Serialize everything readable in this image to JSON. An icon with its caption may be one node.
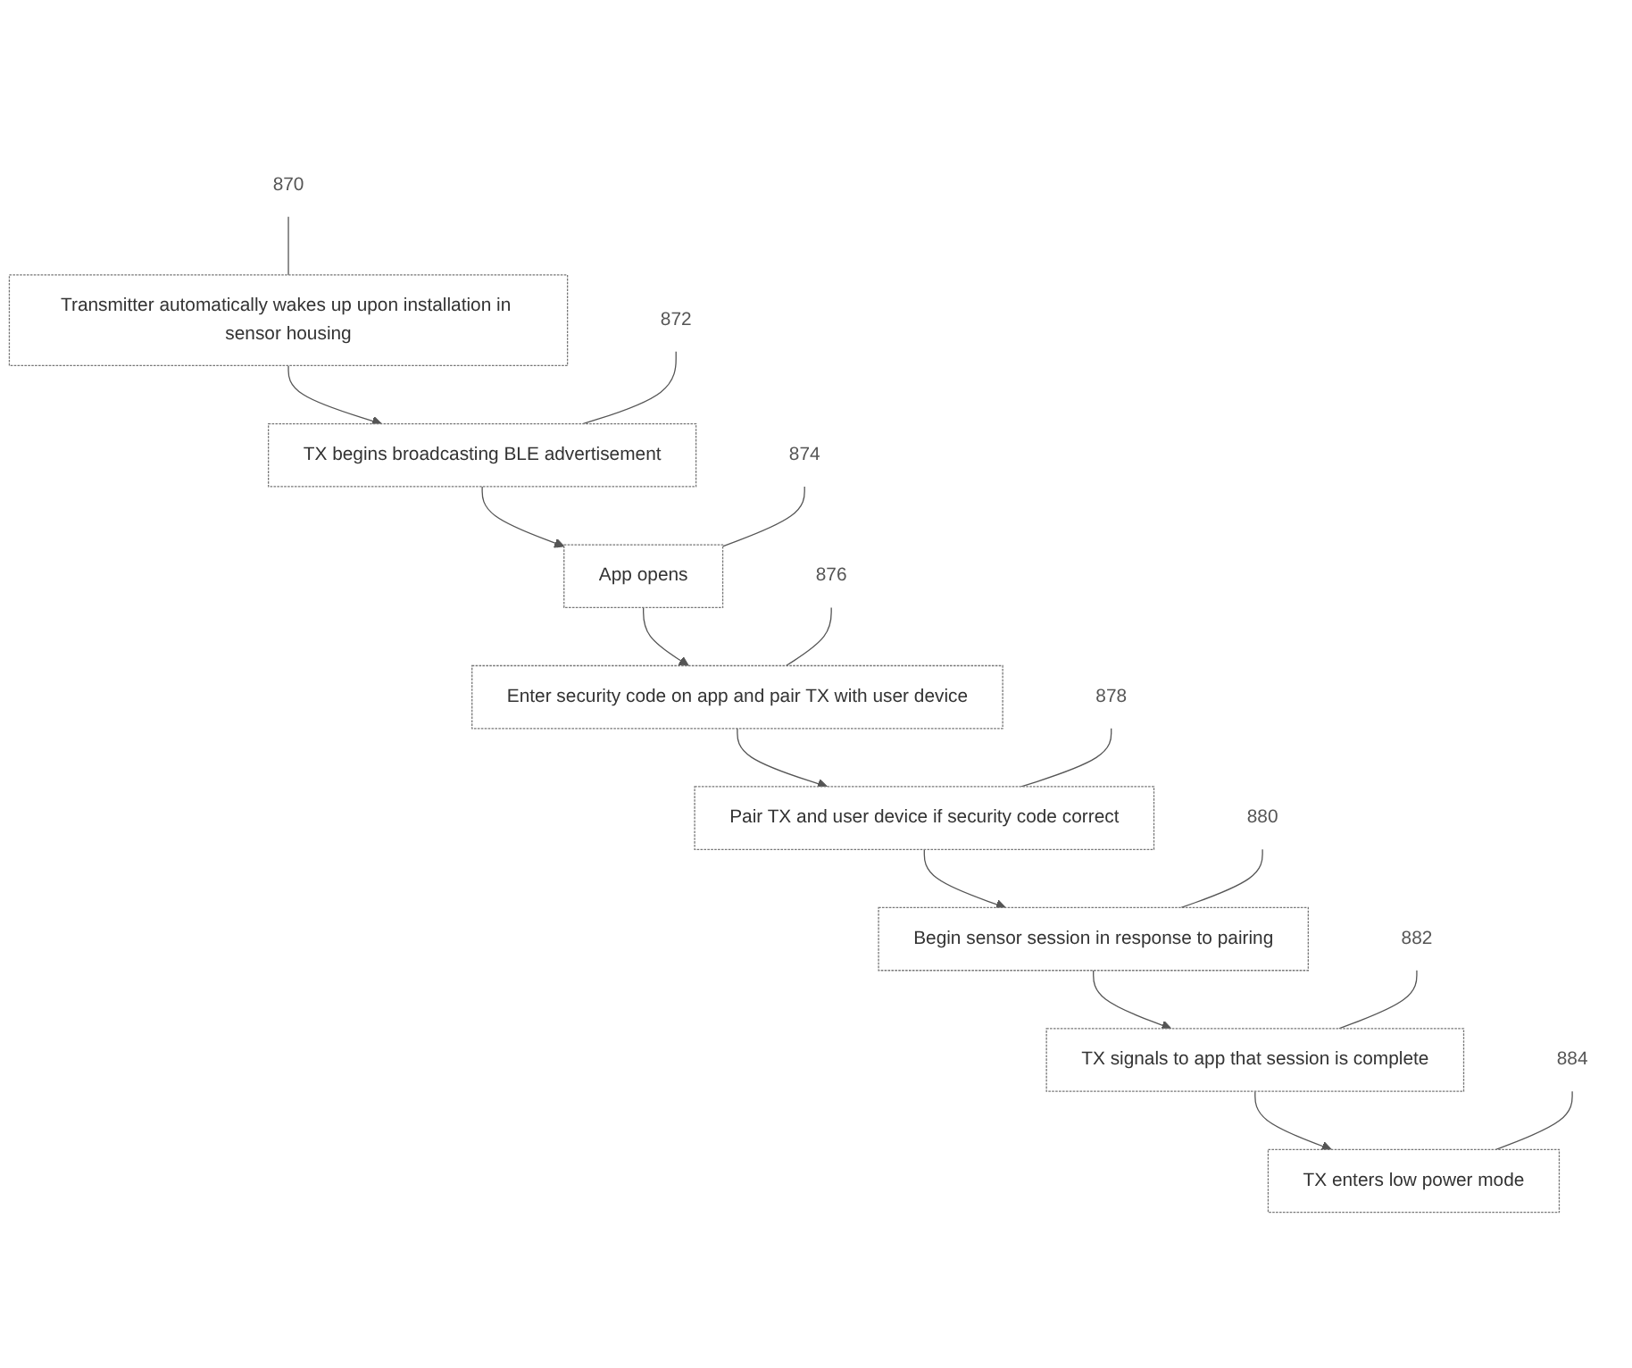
{
  "diagram": {
    "nodes": [
      {
        "text": [
          "870"
        ]
      },
      {
        "text": [
          "Transmitter automatically wakes up upon installation in sensor housing"
        ]
      },
      {
        "text": [
          "872"
        ]
      },
      {
        "text": [
          "TX begins broadcasting BLE advertisement"
        ]
      },
      {
        "text": [
          "874"
        ]
      },
      {
        "text": [
          "App opens"
        ]
      },
      {
        "text": [
          "876"
        ]
      },
      {
        "text": [
          "Enter security code on app and pair TX with user device"
        ]
      },
      {
        "text": [
          "878"
        ]
      },
      {
        "text": [
          "Pair TX and user device if security code correct"
        ]
      },
      {
        "text": [
          "880"
        ]
      },
      {
        "text": [
          "Begin sensor session in response to pairing"
        ]
      },
      {
        "text": [
          "882"
        ]
      },
      {
        "text": [
          "TX signals to app that session is complete"
        ]
      },
      {
        "text": [
          "884"
        ]
      },
      {
        "text": [
          "TX enters low power mode"
        ]
      }
    ],
    "edges": [
      {
        "from": 0,
        "to": 1,
        "arrow": "none"
      },
      {
        "from": 1,
        "to": 3,
        "arrow": "to"
      },
      {
        "from": 2,
        "to": 3,
        "arrow": "none"
      },
      {
        "from": 3,
        "to": 5,
        "arrow": "to"
      },
      {
        "from": 4,
        "to": 5,
        "arrow": "none"
      },
      {
        "from": 5,
        "to": 7,
        "arrow": "to"
      },
      {
        "from": 6,
        "to": 7,
        "arrow": "none"
      },
      {
        "from": 7,
        "to": 9,
        "arrow": "to"
      },
      {
        "from": 8,
        "to": 9,
        "arrow": "none"
      },
      {
        "from": 9,
        "to": 11,
        "arrow": "to"
      },
      {
        "from": 10,
        "to": 11,
        "arrow": "none"
      },
      {
        "from": 11,
        "to": 13,
        "arrow": "to"
      },
      {
        "from": 12,
        "to": 13,
        "arrow": "none"
      },
      {
        "from": 13,
        "to": 15,
        "arrow": "to"
      },
      {
        "from": 14,
        "to": 15,
        "arrow": "none"
      }
    ]
  }
}
